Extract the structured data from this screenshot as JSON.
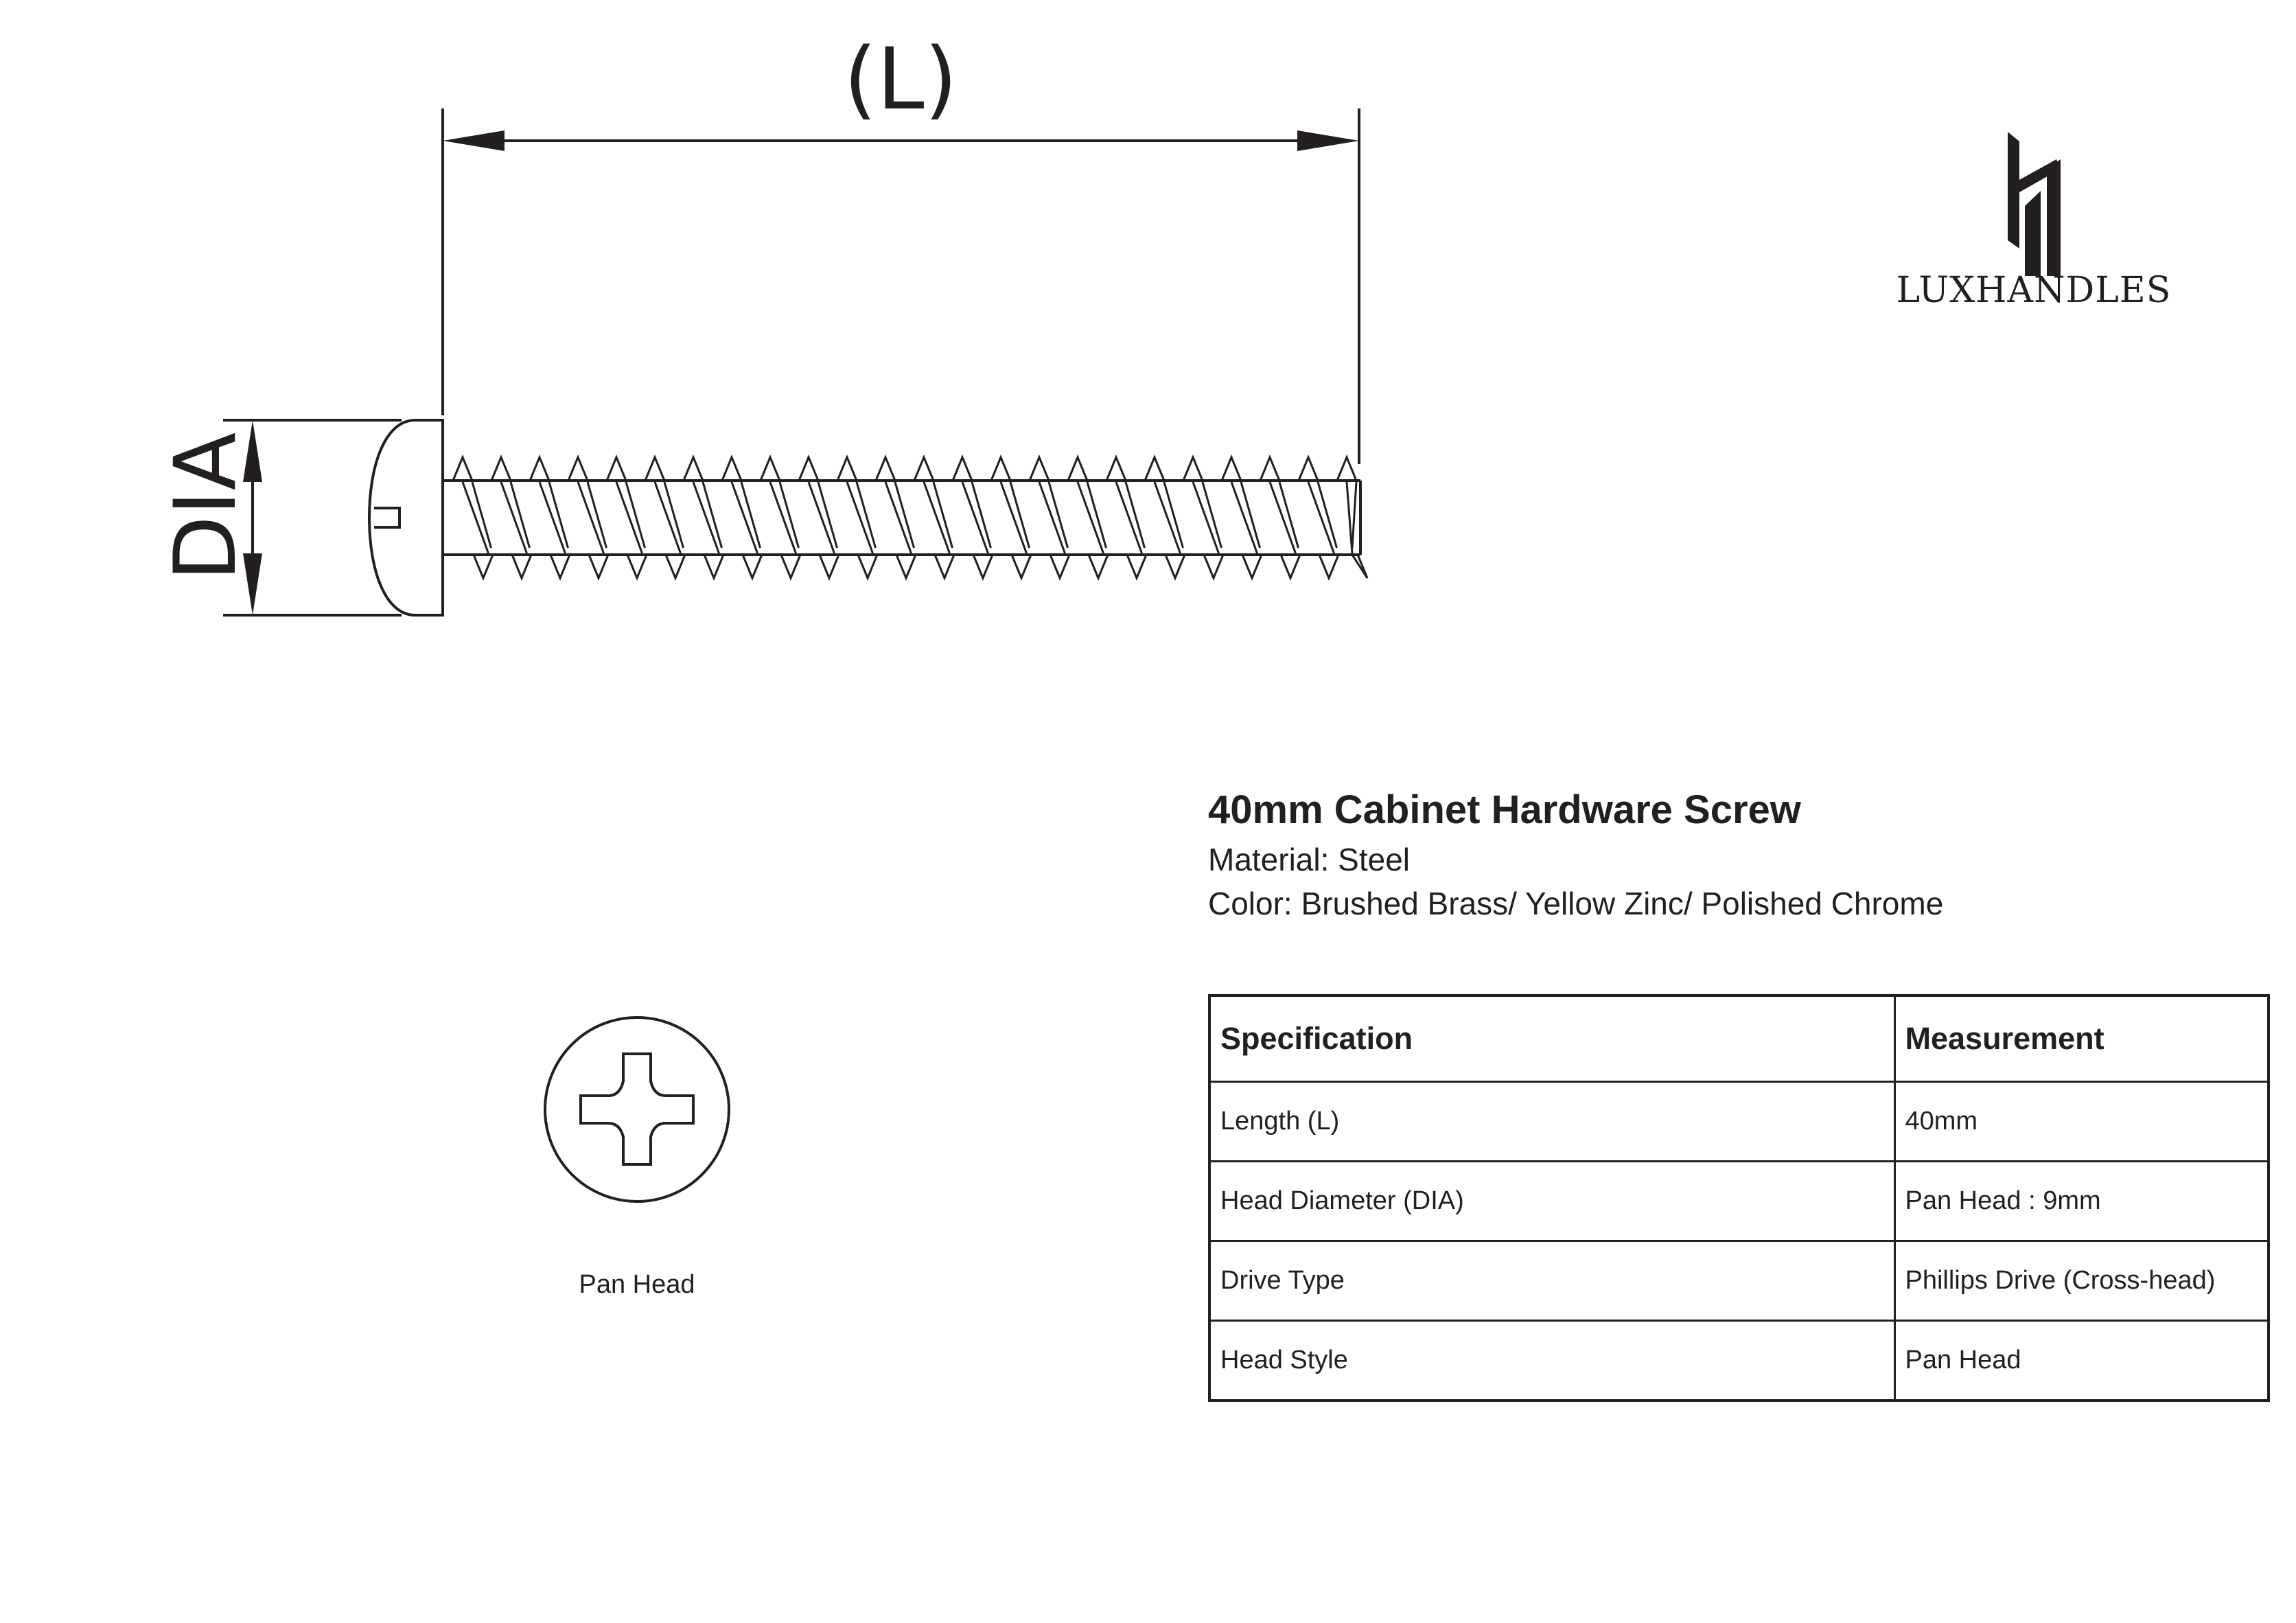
{
  "drawing": {
    "length_label": "(L)",
    "diameter_label": "DIA",
    "head_caption": "Pan Head"
  },
  "brand": {
    "name": "LUXHANDLES",
    "logo_icon": "luxhandles-logo-icon"
  },
  "product": {
    "title": "40mm Cabinet Hardware Screw",
    "material": "Material: Steel",
    "color": "Color: Brushed Brass/ Yellow Zinc/ Polished Chrome"
  },
  "table": {
    "headers": [
      "Specification",
      "Measurement"
    ],
    "rows": [
      [
        "Length (L)",
        "40mm"
      ],
      [
        "Head Diameter (DIA)",
        "Pan Head : 9mm"
      ],
      [
        "Drive Type",
        "Phillips Drive (Cross-head)"
      ],
      [
        "Head Style",
        "Pan Head"
      ]
    ]
  },
  "colors": {
    "line": "#231f20",
    "background": "#ffffff"
  }
}
